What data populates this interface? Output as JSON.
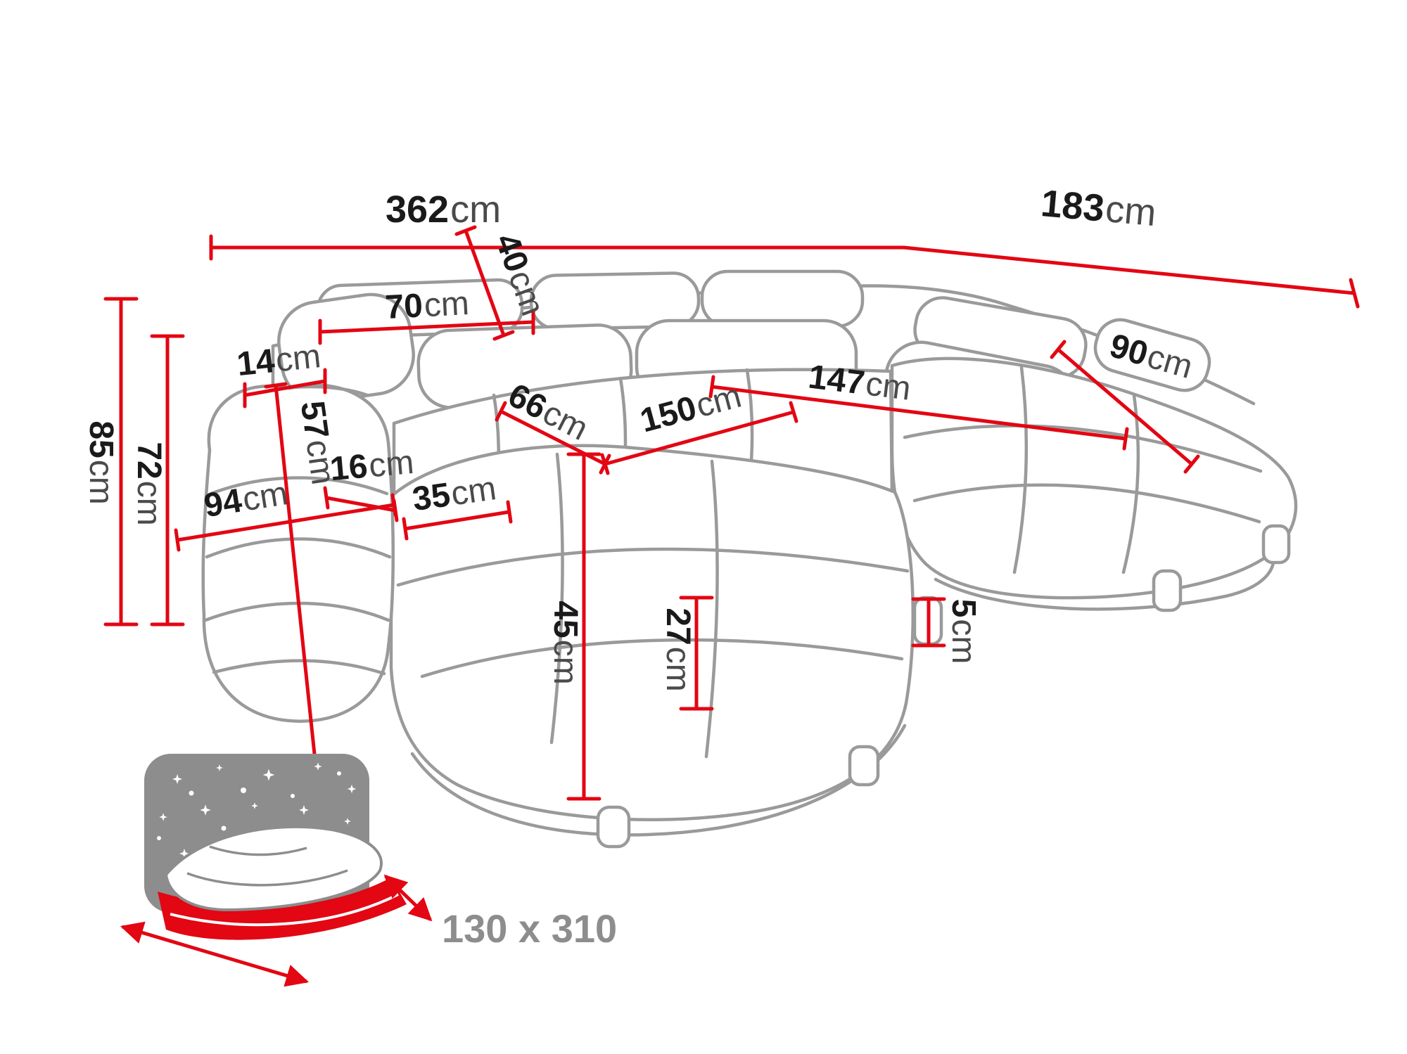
{
  "diagram": {
    "type": "sofa-dimensions",
    "unit_default": "cm",
    "colors": {
      "dimension_line": "#e30613",
      "sofa_outline": "#9a9a9a",
      "label_number": "#1a1a1a",
      "label_unit": "#4a4a4a",
      "icon_gray": "#8d8d8d"
    },
    "dimensions": {
      "total_width": {
        "value": "362",
        "unit": "cm"
      },
      "total_depth": {
        "value": "183",
        "unit": "cm"
      },
      "height": {
        "value": "85",
        "unit": "cm"
      },
      "backrest_height": {
        "value": "72",
        "unit": "cm"
      },
      "headrest_cushion_width": {
        "value": "70",
        "unit": "cm"
      },
      "armrest_top_width": {
        "value": "14",
        "unit": "cm"
      },
      "back_cushion_height": {
        "value": "40",
        "unit": "cm"
      },
      "seat_depth": {
        "value": "66",
        "unit": "cm"
      },
      "seat_width": {
        "value": "150",
        "unit": "cm"
      },
      "right_chaise_length": {
        "value": "147",
        "unit": "cm"
      },
      "right_chaise_width": {
        "value": "90",
        "unit": "cm"
      },
      "left_chaise_length": {
        "value": "94",
        "unit": "cm"
      },
      "armrest_width": {
        "value": "35",
        "unit": "cm"
      },
      "armrest_height": {
        "value": "57",
        "unit": "cm"
      },
      "seat_gap": {
        "value": "16",
        "unit": "cm"
      },
      "seat_height": {
        "value": "45",
        "unit": "cm"
      },
      "seat_cushion_height": {
        "value": "27",
        "unit": "cm"
      },
      "leg_height": {
        "value": "5",
        "unit": "cm"
      }
    },
    "sleeping_area": {
      "label": "130 x 310"
    }
  }
}
